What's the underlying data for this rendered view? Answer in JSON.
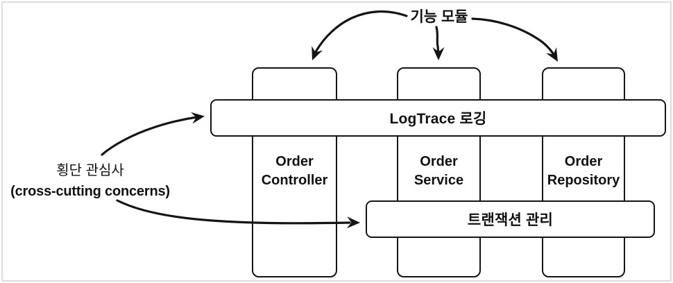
{
  "diagram": {
    "title_label": "기능 모듈",
    "left_label": {
      "line1": "횡단 관심사",
      "line2": "(cross-cutting concerns)"
    },
    "bars": [
      {
        "label": "LogTrace 로깅"
      },
      {
        "label": "트랜잭션 관리"
      }
    ],
    "modules": [
      {
        "line1": "Order",
        "line2": "Controller"
      },
      {
        "line1": "Order",
        "line2": "Service"
      },
      {
        "line1": "Order",
        "line2": "Repository"
      }
    ],
    "colors": {
      "stroke": "#141414",
      "canvas_border": "#dcdcdc",
      "background": "#ffffff"
    }
  }
}
